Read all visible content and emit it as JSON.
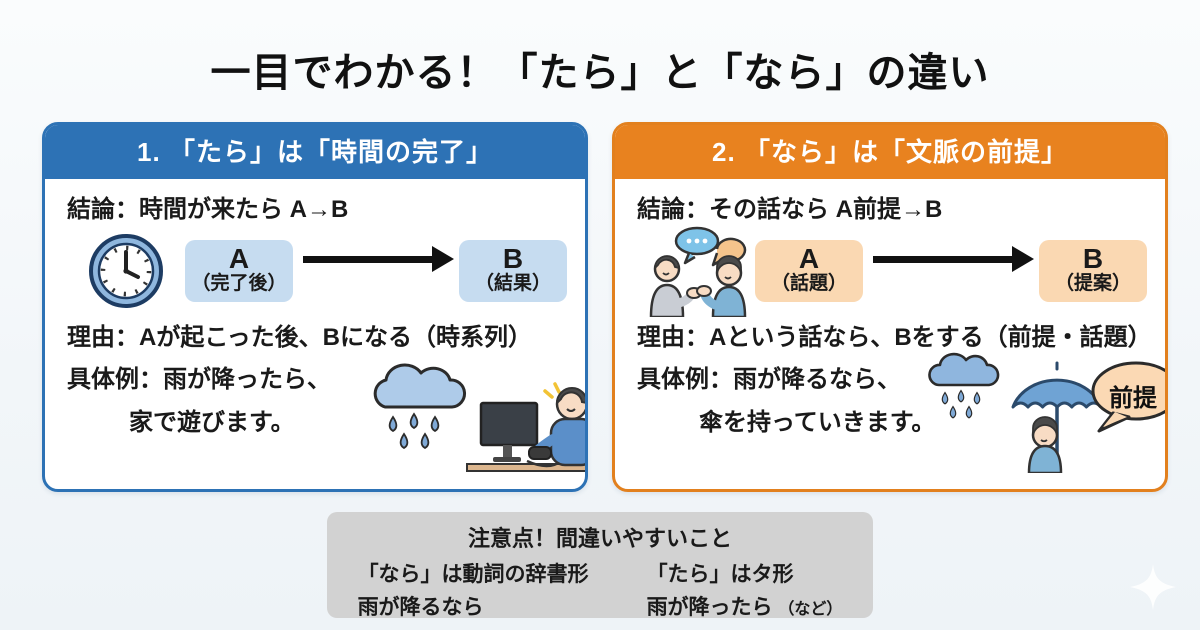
{
  "page": {
    "title": "一目でわかる！「たら」と「なら」の違い"
  },
  "cards": {
    "tara": {
      "header": "1. 「たら」は「時間の完了」",
      "conclusion": "結論：時間が来たら A→B",
      "box_a": "A",
      "box_a_sub": "（完了後）",
      "box_b": "B",
      "box_b_sub": "（結果）",
      "reason": "理由：Aが起こった後、Bになる（時系列）",
      "example_line1": "具体例：雨が降ったら、",
      "example_line2": "家で遊びます。"
    },
    "nara": {
      "header": "2. 「なら」は「文脈の前提」",
      "conclusion": "結論：その話なら A前提→B",
      "box_a": "A",
      "box_a_sub": "（話題）",
      "box_b": "B",
      "box_b_sub": "（提案）",
      "reason": "理由：Aという話なら、Bをする（前提・話題）",
      "example_line1": "具体例：雨が降るなら、",
      "example_line2": "傘を持っていきます。",
      "bubble_label": "前提"
    }
  },
  "note": {
    "title": "注意点！間違いやすいこと",
    "left_line1": "「なら」は動詞の辞書形",
    "left_line2": "雨が降るなら",
    "right_line1": "「たら」はタ形",
    "right_line2": "雨が降ったら",
    "right_line2_suffix": "（など）"
  },
  "icons": {
    "tara_diagram": "clock-icon",
    "nara_diagram": "people-talking-icon",
    "examples": [
      "rain-cloud-icon",
      "boy-gaming-icon",
      "woman-umbrella-icon",
      "speech-bubble-icon"
    ],
    "footer": "sparkle-icon"
  },
  "colors": {
    "tara_accent": "#2d72b5",
    "nara_accent": "#e8821f",
    "tara_box_bg": "#c6dcf0",
    "nara_box_bg": "#fad8b2",
    "note_bg": "#d2d2d2",
    "background": "#f2f6f9",
    "text": "#1a1a1a"
  }
}
